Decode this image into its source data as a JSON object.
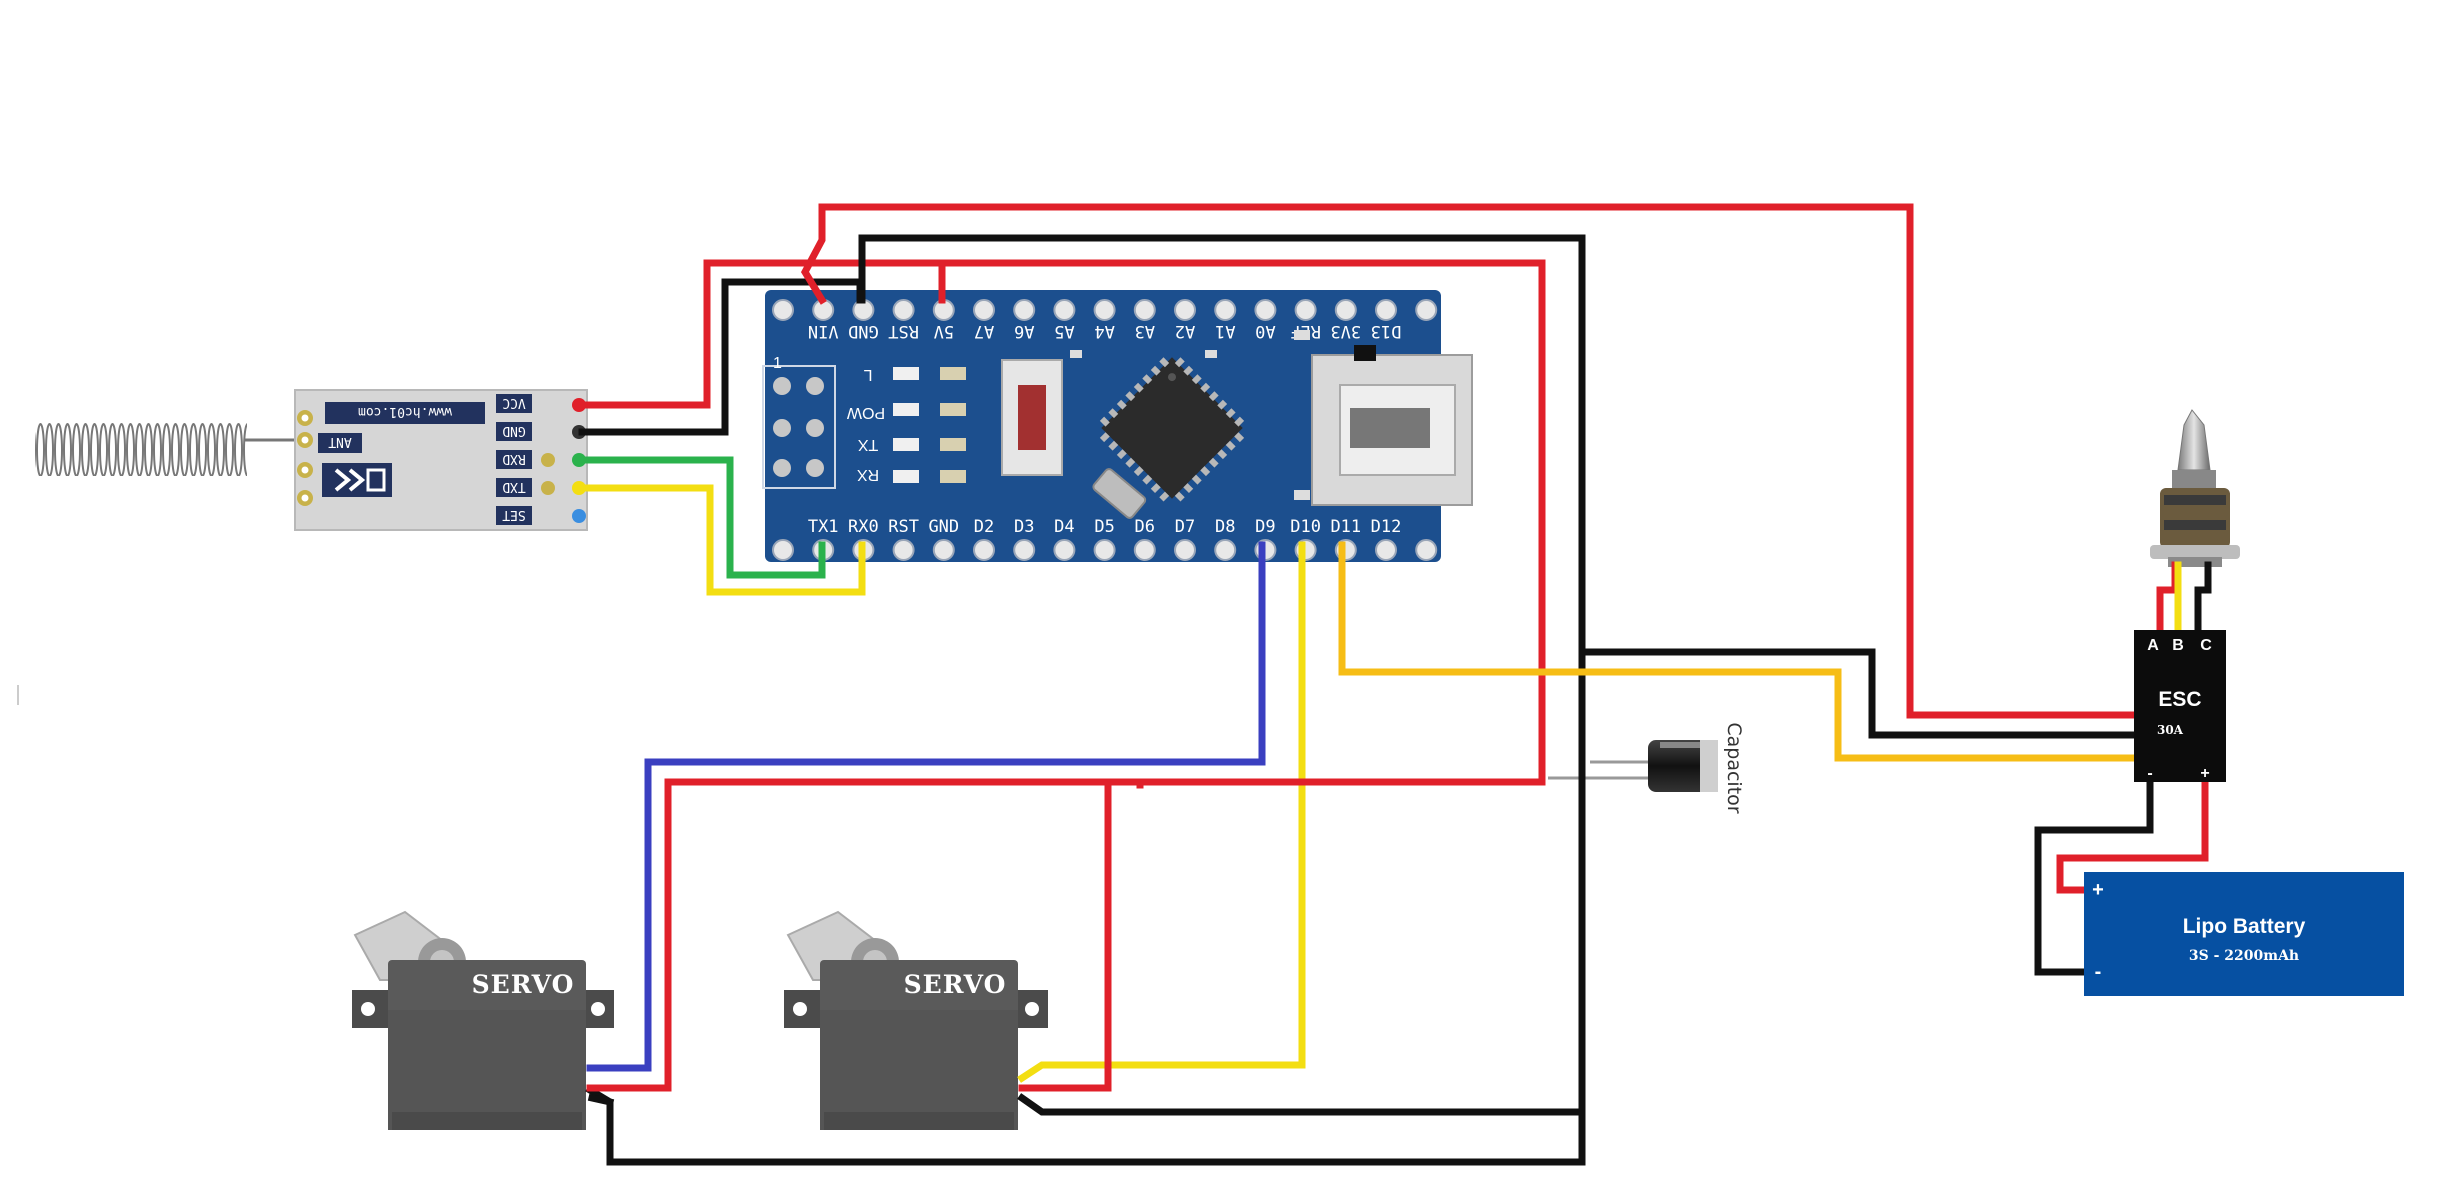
{
  "arduino": {
    "top_labels": [
      "VIN",
      "GND",
      "RST",
      "5V",
      "A7",
      "A6",
      "A5",
      "A4",
      "A3",
      "A2",
      "A1",
      "A0",
      "REF",
      "3V3",
      "D13"
    ],
    "bottom_labels": [
      "TX1",
      "RX0",
      "RST",
      "GND",
      "D2",
      "D3",
      "D4",
      "D5",
      "D6",
      "D7",
      "D8",
      "D9",
      "D10",
      "D11",
      "D12"
    ],
    "led_labels": [
      "L",
      "POW",
      "TX",
      "RX"
    ],
    "icsp_label": "1"
  },
  "hc12": {
    "url": "www.hc01.com",
    "ant_label": "ANT",
    "pin_labels": [
      "VCC",
      "GND",
      "RXD",
      "TXD",
      "SET"
    ]
  },
  "servos": [
    {
      "label": "SERVO"
    },
    {
      "label": "SERVO"
    }
  ],
  "esc": {
    "title": "ESC",
    "rating": "30A",
    "motor_pins": [
      "A",
      "B",
      "C"
    ],
    "neg": "-",
    "pos": "+"
  },
  "battery": {
    "title": "Lipo Battery",
    "spec": "3S - 2200mAh",
    "pos": "+",
    "neg": "-"
  },
  "capacitor": {
    "label": "Capacitor"
  },
  "colors": {
    "pcb": "#1c4f8e",
    "red": "#e0202a",
    "black": "#111111",
    "yellow": "#f3de12",
    "orange": "#f6bd16",
    "green": "#2bb24c",
    "blue": "#3a3fc0",
    "battery": "#0650a2"
  }
}
